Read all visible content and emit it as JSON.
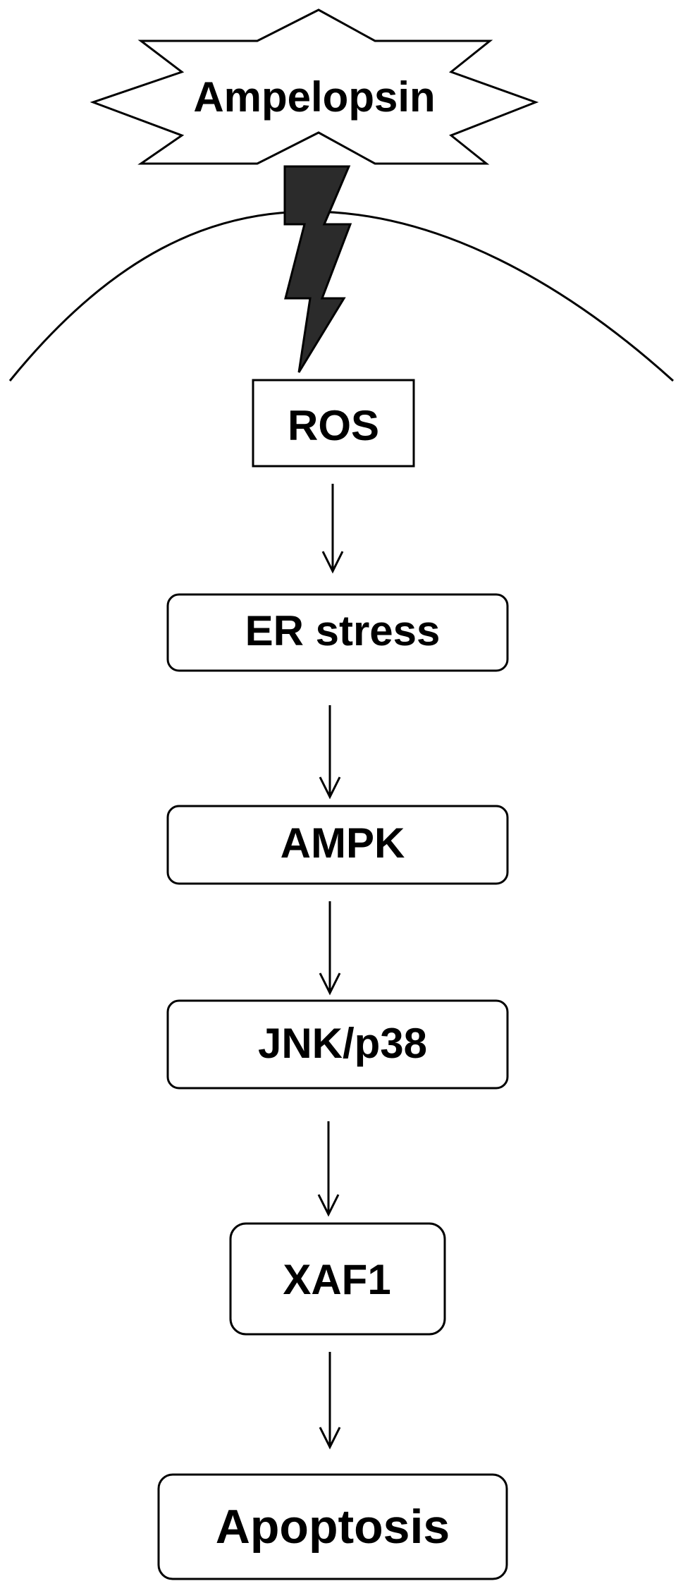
{
  "diagram": {
    "drug": "Ampelopsin",
    "nodes": [
      "ROS",
      "ER stress",
      "AMPK",
      "JNK/p38",
      "XAF1",
      "Apoptosis"
    ]
  },
  "colors": {
    "stroke": "#000000",
    "bolt": "#2b2b2b",
    "background": "#ffffff"
  }
}
